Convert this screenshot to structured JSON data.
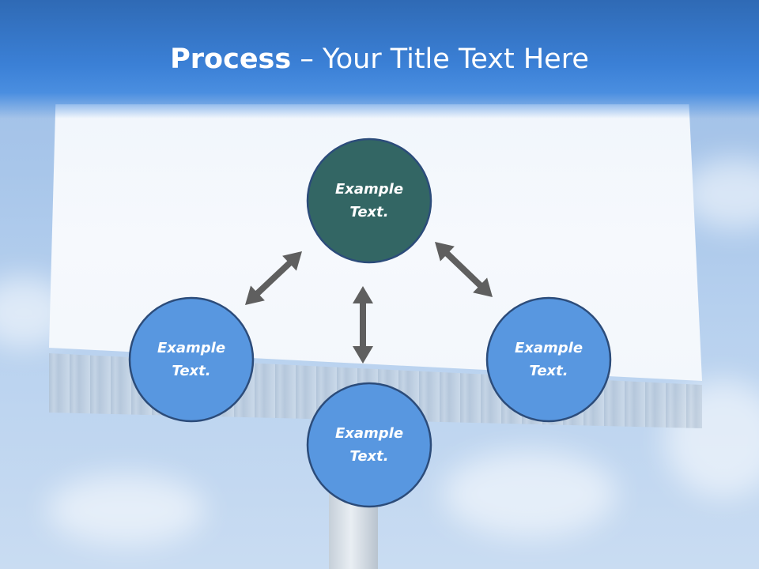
{
  "title": {
    "bold": "Process",
    "rest": " – Your Title Text Here"
  },
  "colors": {
    "title_bar": "#3b80d6",
    "center_node_fill": "#336664",
    "outer_node_fill": "#5897e0",
    "node_stroke": "#2c4c7a",
    "arrow": "#5f5f5f"
  },
  "diagram": {
    "nodes": [
      {
        "id": "top",
        "text": "Example Text."
      },
      {
        "id": "left",
        "text": "Example Text."
      },
      {
        "id": "bottom",
        "text": "Example Text."
      },
      {
        "id": "right",
        "text": "Example Text."
      }
    ],
    "arrows": [
      {
        "from": "top",
        "to": "left",
        "style": "double-headed"
      },
      {
        "from": "top",
        "to": "bottom",
        "style": "double-headed"
      },
      {
        "from": "top",
        "to": "right",
        "style": "double-headed"
      }
    ]
  }
}
